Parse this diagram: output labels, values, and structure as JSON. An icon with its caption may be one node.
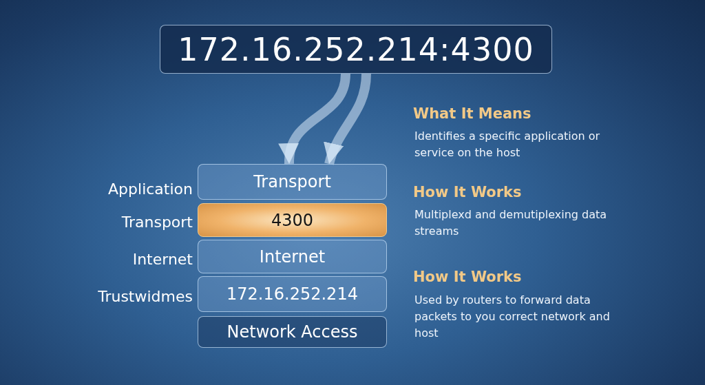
{
  "diagram": {
    "nodes": [
      {
        "text": [
          "172.16.252.214:4300"
        ]
      },
      {
        "text": [
          "Transport"
        ]
      },
      {
        "text": [
          "4300"
        ]
      },
      {
        "text": [
          "Internet"
        ]
      },
      {
        "text": [
          "172.16.252.214"
        ]
      },
      {
        "text": [
          "Network Access"
        ]
      }
    ],
    "edges": [
      {
        "from": 0,
        "to": 1,
        "arrow": "to"
      },
      {
        "from": 0,
        "to": 1,
        "arrow": "to"
      }
    ],
    "labels": [
      "Application",
      "Transport",
      "Internet",
      "Trustwidmes",
      "What It Means",
      "Identifies a specific application or service on the host",
      "How It Works",
      "Multiplexd and demutiplexing data streams",
      "How It Works",
      "Used by routers to forward data packets to you correct network and host"
    ]
  }
}
